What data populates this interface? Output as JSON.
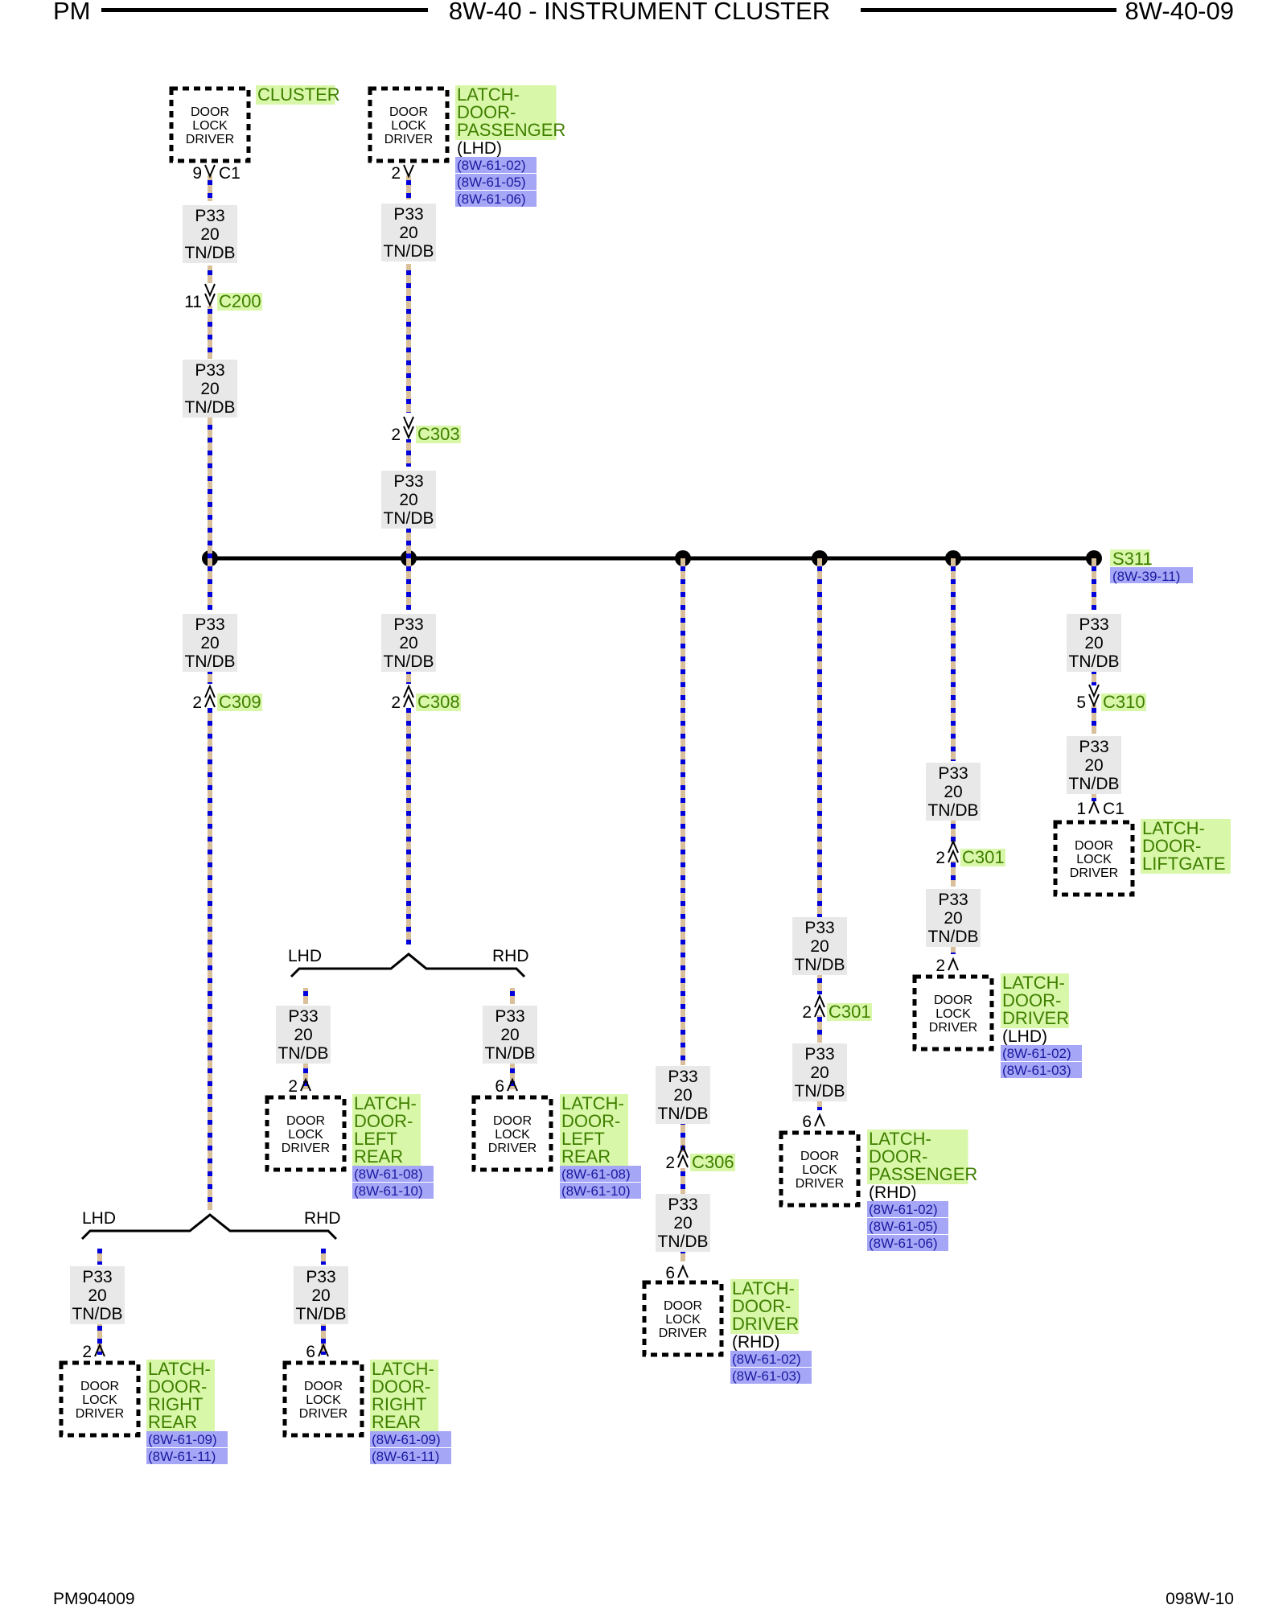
{
  "header": {
    "left": "PM",
    "title": "8W-40 - INSTRUMENT CLUSTER",
    "right": "8W-40-09"
  },
  "footer": {
    "left": "PM904009",
    "right": "098W-10"
  },
  "wire": {
    "circuit": "P33",
    "gauge": "20",
    "color": "TN/DB"
  },
  "component_text": [
    "DOOR",
    "LOCK",
    "DRIVER"
  ],
  "splice": {
    "name": "S311",
    "ref": "(8W-39-11)"
  },
  "branch": {
    "lhd": "LHD",
    "rhd": "RHD"
  },
  "connectors": {
    "cluster_pin": "9",
    "cluster_conn": "C1",
    "passenger_lhd_pin": "2",
    "c200_pin": "11",
    "c200": "C200",
    "c303_pin": "2",
    "c303": "C303",
    "c309_pin": "2",
    "c309": "C309",
    "c308_pin": "2",
    "c308": "C308",
    "c310_pin": "5",
    "c310": "C310",
    "c306_pin": "2",
    "c306": "C306",
    "c301a_pin": "2",
    "c301a": "C301",
    "c301b_pin": "2",
    "c301b": "C301",
    "liftgate_pin": "1",
    "liftgate_conn": "C1",
    "lr_lhd_pin": "2",
    "lr_rhd_pin": "6",
    "rr_lhd_pin": "2",
    "rr_rhd_pin": "6",
    "dd_rhd_pin": "6",
    "pp_rhd_pin": "6",
    "dd_lhd_pin": "2"
  },
  "components": {
    "cluster": {
      "name": "CLUSTER"
    },
    "passenger_lhd": {
      "name": [
        "LATCH-",
        "DOOR-",
        "PASSENGER"
      ],
      "note": "(LHD)",
      "refs": [
        "(8W-61-02)",
        "(8W-61-05)",
        "(8W-61-06)"
      ]
    },
    "liftgate": {
      "name": [
        "LATCH-",
        "DOOR-",
        "LIFTGATE"
      ]
    },
    "driver_lhd": {
      "name": [
        "LATCH-",
        "DOOR-",
        "DRIVER"
      ],
      "note": "(LHD)",
      "refs": [
        "(8W-61-02)",
        "(8W-61-03)"
      ]
    },
    "passenger_rhd": {
      "name": [
        "LATCH-",
        "DOOR-",
        "PASSENGER"
      ],
      "note": "(RHD)",
      "refs": [
        "(8W-61-02)",
        "(8W-61-05)",
        "(8W-61-06)"
      ]
    },
    "driver_rhd": {
      "name": [
        "LATCH-",
        "DOOR-",
        "DRIVER"
      ],
      "note": "(RHD)",
      "refs": [
        "(8W-61-02)",
        "(8W-61-03)"
      ]
    },
    "left_rear_a": {
      "name": [
        "LATCH-",
        "DOOR-",
        "LEFT",
        "REAR"
      ],
      "refs": [
        "(8W-61-08)",
        "(8W-61-10)"
      ]
    },
    "left_rear_b": {
      "name": [
        "LATCH-",
        "DOOR-",
        "LEFT",
        "REAR"
      ],
      "refs": [
        "(8W-61-08)",
        "(8W-61-10)"
      ]
    },
    "right_rear_a": {
      "name": [
        "LATCH-",
        "DOOR-",
        "RIGHT",
        "REAR"
      ],
      "refs": [
        "(8W-61-09)",
        "(8W-61-11)"
      ]
    },
    "right_rear_b": {
      "name": [
        "LATCH-",
        "DOOR-",
        "RIGHT",
        "REAR"
      ],
      "refs": [
        "(8W-61-09)",
        "(8W-61-11)"
      ]
    }
  },
  "colors": {
    "wire_tan": "#d9bf9a",
    "wire_blue": "#0000dd",
    "label_green_bg": "#d8f7a8",
    "label_green_text": "#3f7f00",
    "ref_bg": "#a6a6f7",
    "ref_text": "#1a1aa0",
    "wire_label_bg": "#e8e8e8"
  }
}
